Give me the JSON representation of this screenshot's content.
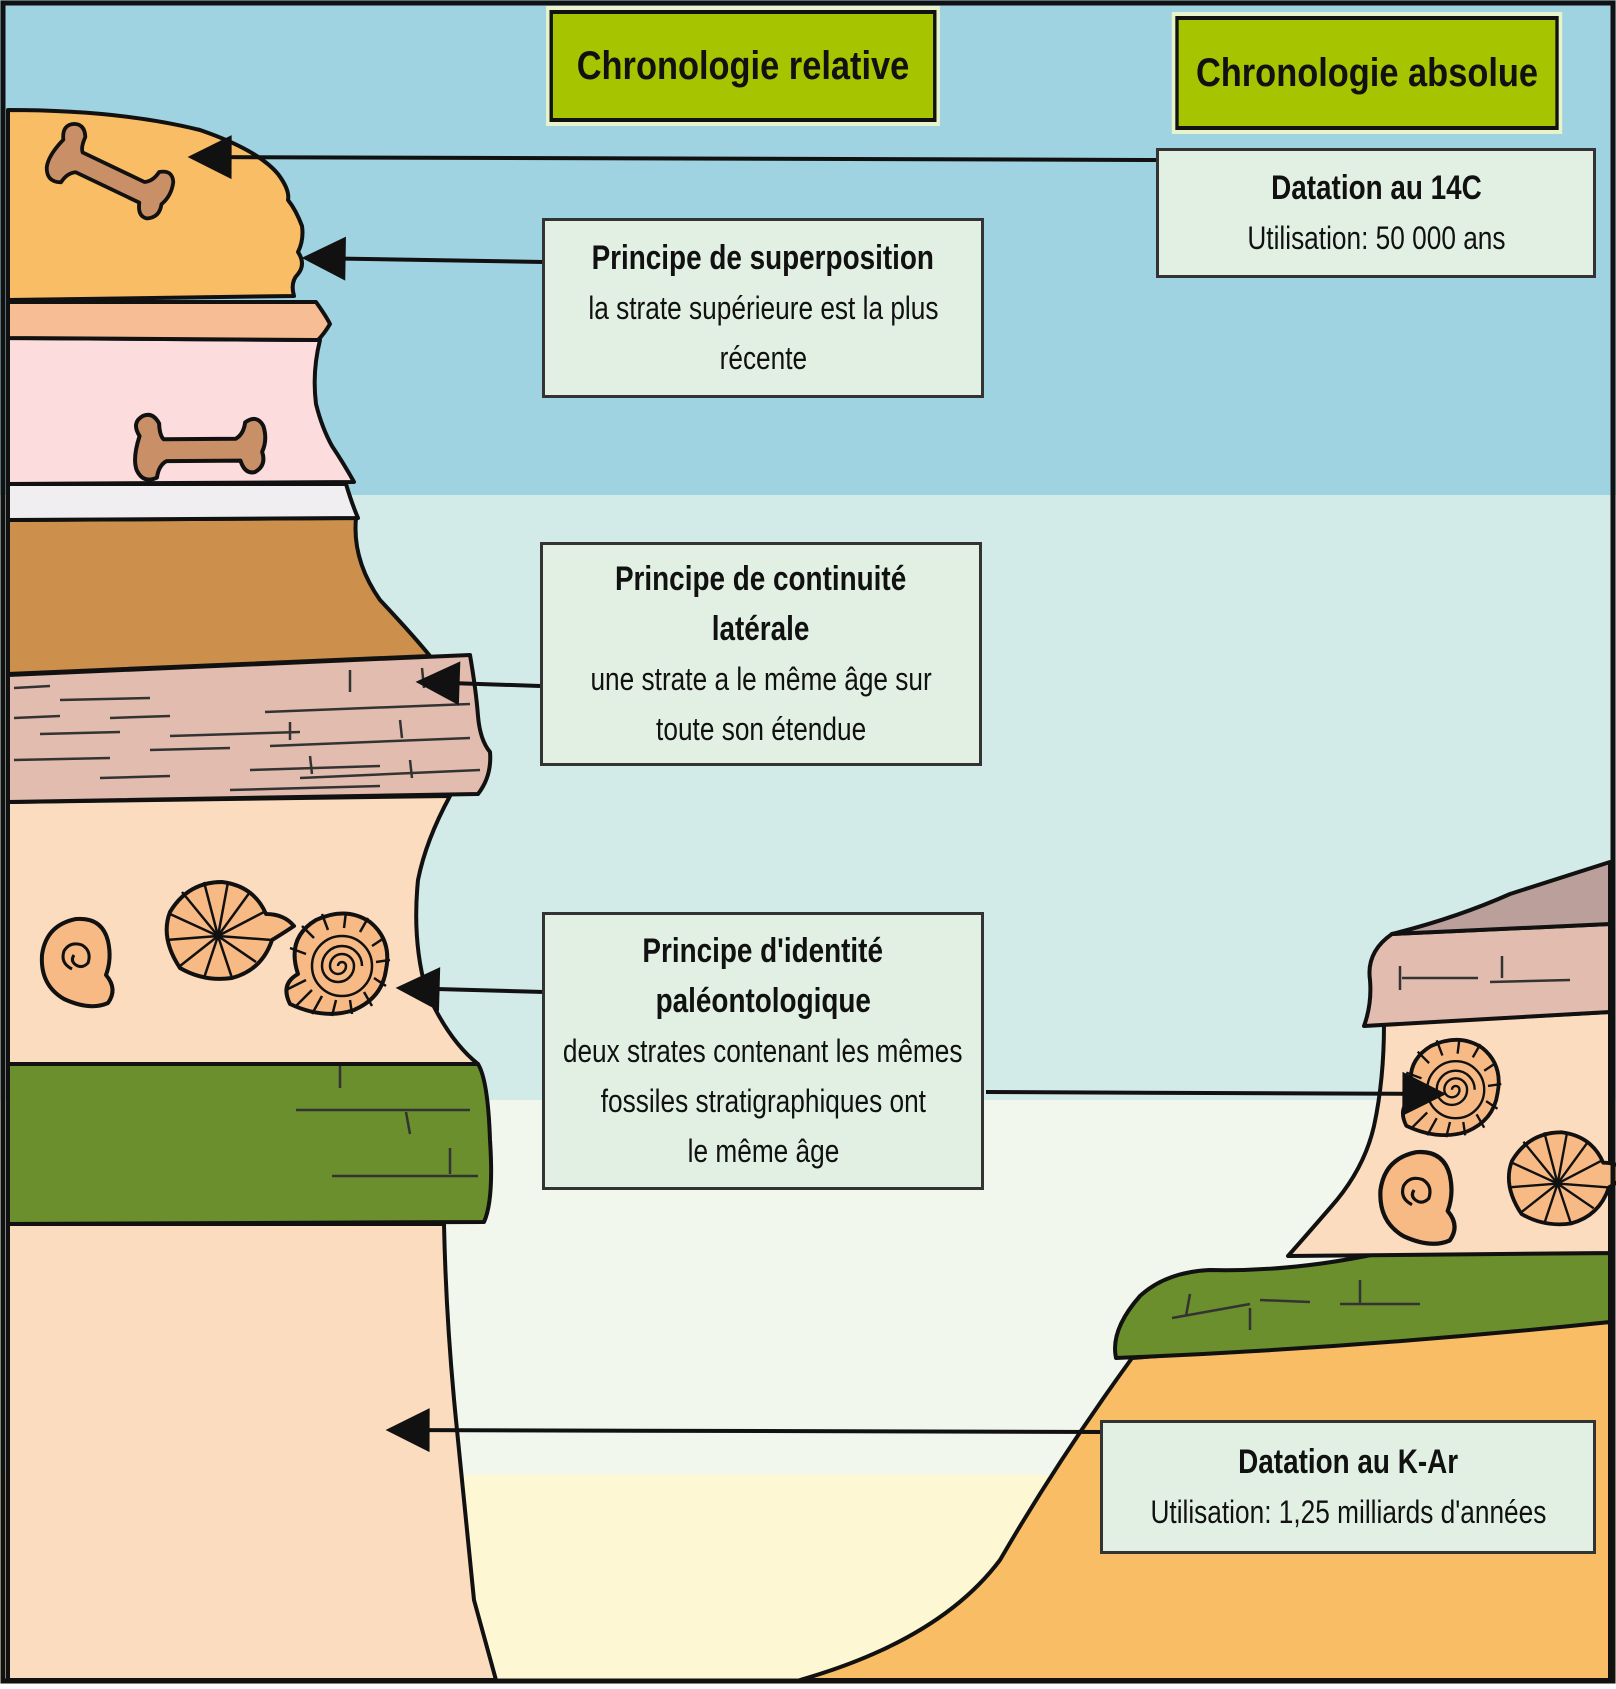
{
  "headers": {
    "relative": "Chronologie relative",
    "absolute": "Chronologie absolue"
  },
  "boxes": {
    "c14": {
      "title": "Datation au 14C",
      "desc": "Utilisation: 50 000 ans"
    },
    "superposition": {
      "title": "Principe de superposition",
      "desc1": "la strate supérieure est la plus",
      "desc2": "récente"
    },
    "continuite": {
      "title1": "Principe de continuité",
      "title2": "latérale",
      "desc1": "une strate a le même âge sur",
      "desc2": "toute son étendue"
    },
    "identite": {
      "title1": "Principe d'identité",
      "title2": "paléontologique",
      "desc1": "deux strates contenant les mêmes",
      "desc2": "fossiles stratigraphiques ont",
      "desc3": "le même âge"
    },
    "kar": {
      "title": "Datation au K-Ar",
      "desc": "Utilisation: 1,25 milliards d'années"
    }
  },
  "colors": {
    "sky_top": "#9fd3e1",
    "sky_mid": "#d2ebe8",
    "sky_low": "#f1f7ed",
    "ground_light": "#fdf7d4",
    "header_green": "#a6c400",
    "box_fill": "#e2f0e4",
    "layer_orange": "#f8bd65",
    "layer_pink": "#fcdcdc",
    "layer_brown": "#cc8f4c",
    "layer_mauve": "#e2bcae",
    "layer_peach": "#fcdcbf",
    "layer_green": "#6a8f2c",
    "fossil": "#c98f67"
  }
}
